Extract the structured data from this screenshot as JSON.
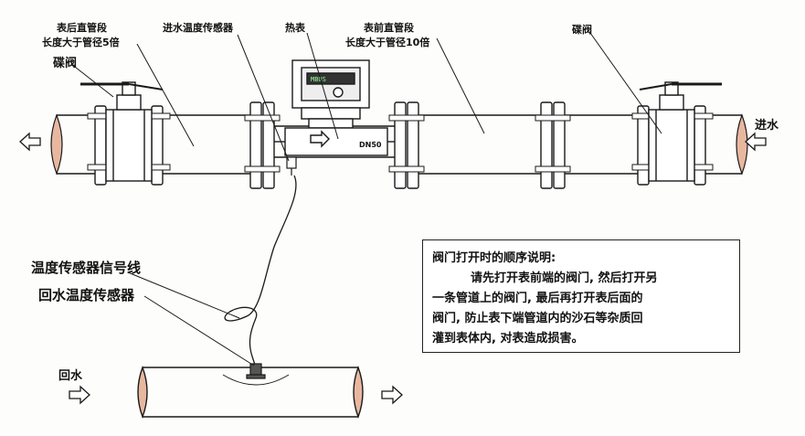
{
  "labels": {
    "rear_straight_pipe": "表后直管段",
    "rear_length_note": "长度大于管径5倍",
    "butterfly_valve_left": "碟阀",
    "supply_temp_sensor": "进水温度传感器",
    "heat_meter": "热表",
    "front_straight_pipe": "表前直管段",
    "front_length_note": "长度大于管径10倍",
    "butterfly_valve_right": "碟阀",
    "water_in": "进水",
    "signal_cable": "温度传感器信号线",
    "return_temp_sensor": "回水温度传感器",
    "return_water": "回水"
  },
  "meter": {
    "display_text": "MBUS",
    "body_text": "DN50"
  },
  "note": {
    "title": "阀门打开时的顺序说明:",
    "lines": [
      "请先打开表前端的阀门, 然后打开另",
      "一条管道上的阀门, 最后再打开表后面的",
      "阀门, 防止表下端管道内的沙石等杂质回",
      "灌到表体内, 对表造成损害。"
    ]
  },
  "colors": {
    "line": "#1a1a1a",
    "pipe_end": "#e8b7a0",
    "paper": "#fdfdfc"
  }
}
